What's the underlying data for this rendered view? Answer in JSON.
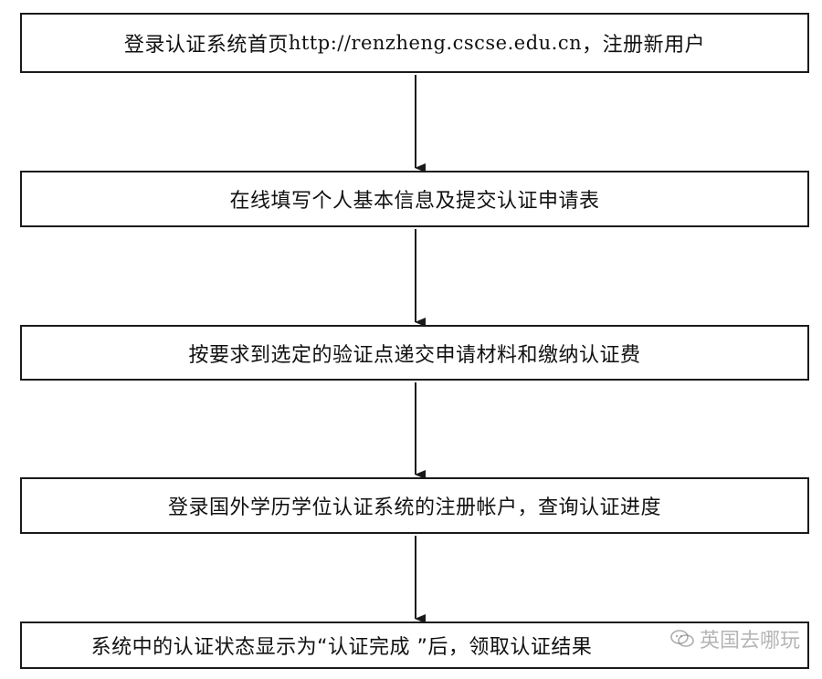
{
  "flowchart": {
    "steps": [
      {
        "label_prefix": "登录认证系统首页 ",
        "url": "http://renzheng.cscse.edu.cn",
        "label_suffix": "，注册新用户"
      },
      {
        "label": "在线填写个人基本信息及提交认证申请表"
      },
      {
        "label": "按要求到选定的验证点递交申请材料和缴纳认证费"
      },
      {
        "label": "登录国外学历学位认证系统的注册帐户，查询认证进度"
      },
      {
        "label": "系统中的认证状态显示为“认证完成 ”后，领取认证结果"
      }
    ]
  },
  "watermark": {
    "text": "英国去哪玩",
    "icon": "wechat-icon"
  },
  "colors": {
    "border": "#1a1a1a",
    "text": "#111111",
    "watermark": "#8a8a8a"
  }
}
